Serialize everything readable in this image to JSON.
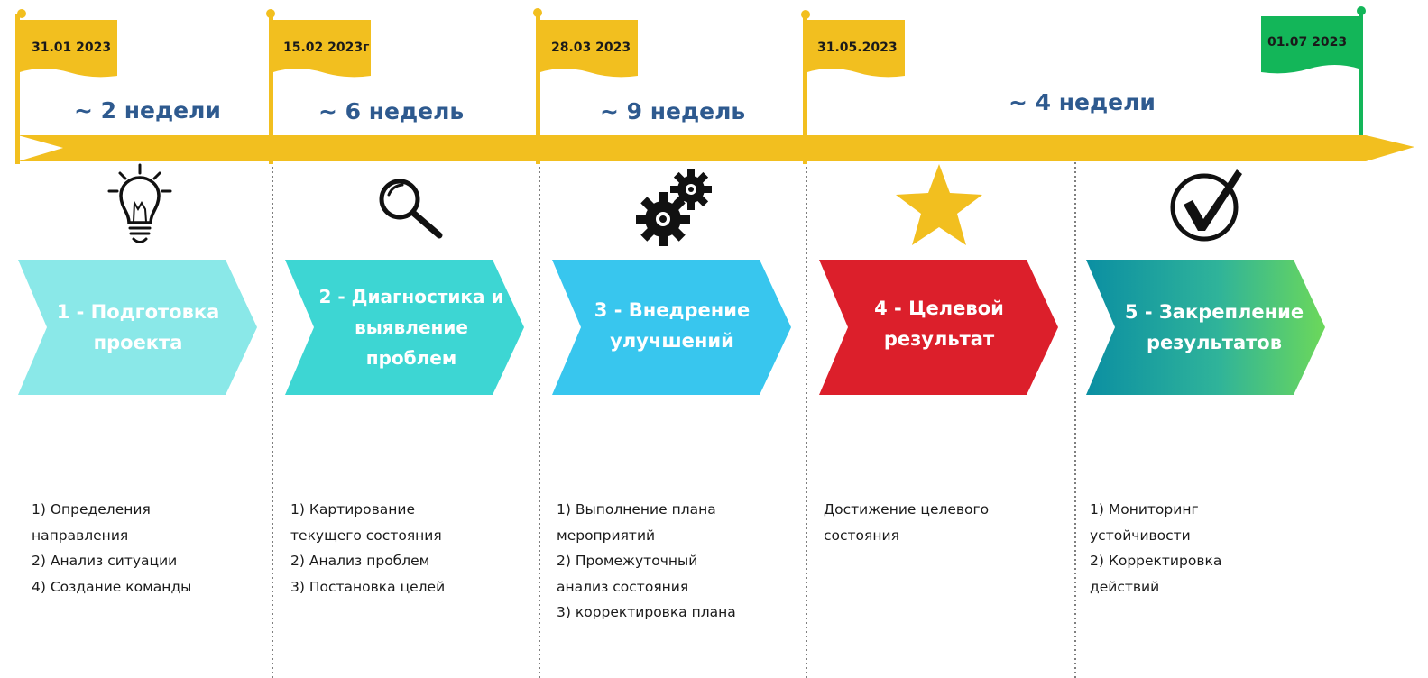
{
  "colors": {
    "arrow": "#F2BF1F",
    "flag_yellow": "#F2BF1F",
    "flag_green": "#13B659",
    "duration_text": "#2E5A8F",
    "stage1": "#8AE8E8",
    "stage2": "#3DD6D3",
    "stage3": "#38C6EE",
    "stage4": "#DC1F2B",
    "stage5_start": "#0B8FA2",
    "stage5_end": "#6CD85A",
    "star": "#F2BF1F"
  },
  "milestones": [
    {
      "date": "31.01 2023",
      "color": "yellow"
    },
    {
      "date": "15.02 2023г",
      "color": "yellow"
    },
    {
      "date": "28.03 2023",
      "color": "yellow"
    },
    {
      "date": "31.05.2023",
      "color": "yellow"
    },
    {
      "date": "01.07 2023",
      "color": "green"
    }
  ],
  "durations": [
    "~ 2 недели",
    "~ 6 недель",
    "~ 9 недель",
    "~ 4 недели"
  ],
  "stages": [
    {
      "icon": "lightbulb-icon",
      "label": "1 - Подготовка\nпроекта",
      "description": "1) Определения\nнаправления\n2) Анализ ситуации\n4) Создание команды"
    },
    {
      "icon": "magnifier-icon",
      "label": "2 - Диагностика и\nвыявление\nпроблем",
      "description": "1) Картирование\nтекущего состояния\n2) Анализ проблем\n3) Постановка целей"
    },
    {
      "icon": "gears-icon",
      "label": "3 - Внедрение\nулучшений",
      "description": "1) Выполнение плана\nмероприятий\n2) Промежуточный\nанализ состояния\n3) корректировка  плана"
    },
    {
      "icon": "star-icon",
      "label": "4 - Целевой\nрезультат",
      "description": "Достижение целевого\nсостояния"
    },
    {
      "icon": "checkmark-circle-icon",
      "label": "5 - Закрепление\nрезультатов",
      "description": "1) Мониторинг\nустойчивости\n2) Корректировка\nдействий"
    }
  ]
}
